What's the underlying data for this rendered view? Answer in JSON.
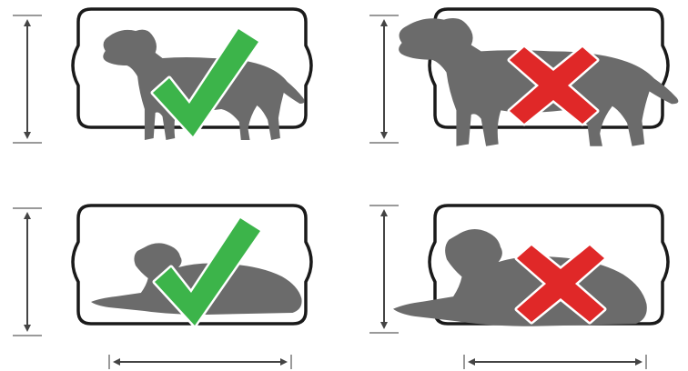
{
  "colors": {
    "background": "#ffffff",
    "crate_outline": "#1a1a1a",
    "dog": "#6b6b6b",
    "measure_line": "#444444",
    "check": "#3cb44a",
    "cross": "#e02828"
  },
  "panels": [
    {
      "id": "standing-correct",
      "pose": "standing",
      "size": "fits",
      "verdict": "check-icon"
    },
    {
      "id": "standing-too-big",
      "pose": "standing",
      "size": "too-big",
      "verdict": "cross-icon"
    },
    {
      "id": "lying-correct",
      "pose": "lying",
      "size": "fits",
      "verdict": "check-icon"
    },
    {
      "id": "lying-too-big",
      "pose": "lying",
      "size": "too-big",
      "verdict": "cross-icon"
    }
  ]
}
